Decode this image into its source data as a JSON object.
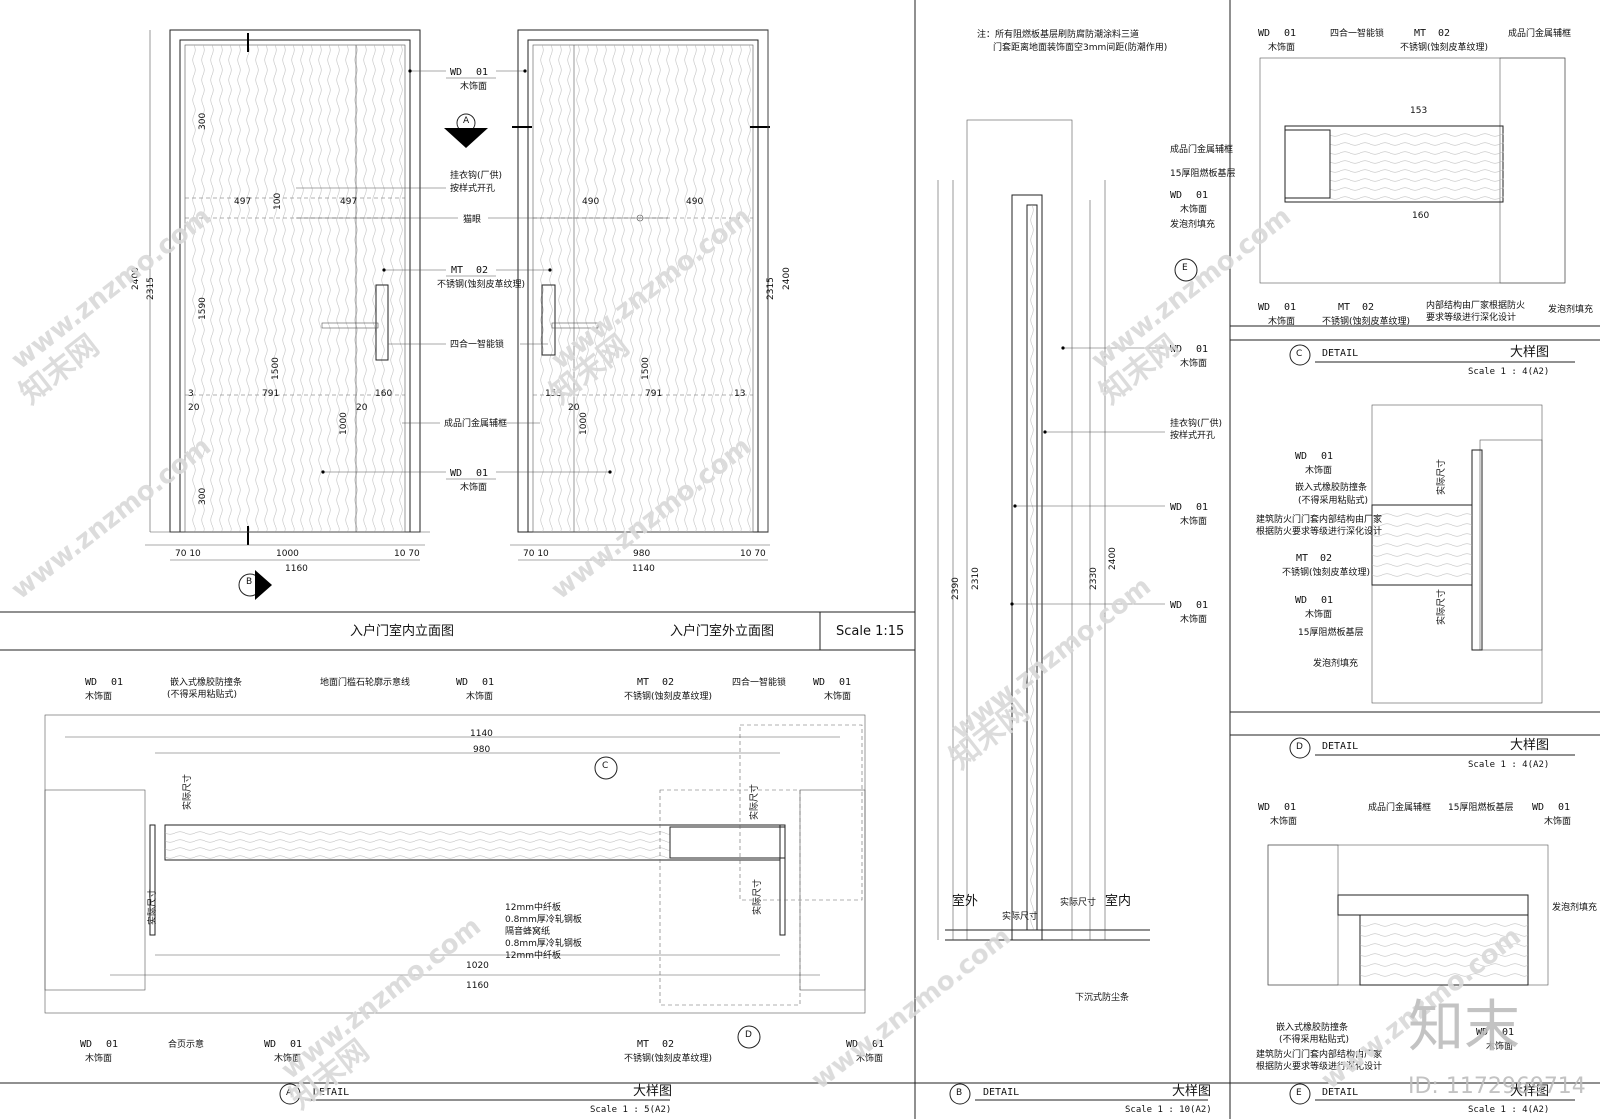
{
  "panels": {
    "elev_inner_title": "入户门室内立面图",
    "elev_outer_title": "入户门室外立面图",
    "elev_scale": "Scale 1:15",
    "detail_word": "DETAIL",
    "detail_cn": "大样图",
    "a_tag": "A",
    "a_scale": "Scale 1 : 5(A2)",
    "b_tag": "B",
    "b_scale": "Scale 1 : 10(A2)",
    "c_tag": "C",
    "c_scale": "Scale 1 : 4(A2)",
    "d_tag": "D",
    "d_scale": "Scale 1 : 4(A2)",
    "e_tag": "E",
    "e_scale": "Scale 1 : 4(A2)"
  },
  "codes": {
    "wd": "WD",
    "wd_num": "01",
    "wd_cn": "木饰面",
    "mt": "MT",
    "mt_num": "02",
    "mt_cn": "不锈钢(蚀刻皮革纹理)"
  },
  "labels": {
    "hook": "挂衣钩(厂供)",
    "hook2": "按样式开孔",
    "peephole": "猫眼",
    "lock": "四合一智能锁",
    "frame": "成品门金属辅框",
    "board": "15厚阻燃板基层",
    "foam": "发泡剂填充",
    "rubber": "嵌入式橡胶防撞条",
    "rubber2": "(不得采用粘贴式)",
    "stone": "地面门槛石轮廓示意线",
    "hinge": "合页示意",
    "outside": "室外",
    "inside": "室内",
    "dust": "下沉式防尘条",
    "actual": "实际尺寸",
    "note1": "注：所有阻燃板基层刷防腐防潮涂料三道",
    "note2": "门套距离地面装饰面空3mm间距(防潮作用)",
    "struct1": "内部结构由厂家根据防火",
    "struct2": "要求等级进行深化设计",
    "fire1": "建筑防火门门套内部结构由厂家",
    "fire2": "根据防火要求等级进行深化设计",
    "layer1": "12mm中纤板",
    "layer2": "0.8mm厚冷轧钢板",
    "layer3": "隔音蜂窝纸",
    "layer4": "0.8mm厚冷轧钢板",
    "layer5": "12mm中纤板"
  },
  "dims": {
    "d1160": "1160",
    "d1140": "1140",
    "d1000": "1000",
    "d980": "980",
    "d2400": "2400",
    "d2315": "2315",
    "d1500": "1500",
    "d791": "791",
    "d497": "497",
    "d490": "490",
    "d300": "300",
    "d160": "160",
    "d153": "153",
    "d1020": "1020",
    "d2390": "2390",
    "d2310": "2310",
    "d2330": "2330",
    "d1070": "10 70",
    "d7010": "70 10",
    "d20": "20",
    "d3": "3",
    "d13": "13",
    "d100": "100",
    "d1590": "1590"
  },
  "watermark": {
    "site": "www.znzmo.com",
    "brand_cn": "知末网",
    "logo": "知末",
    "id": "ID: 1172969714"
  }
}
